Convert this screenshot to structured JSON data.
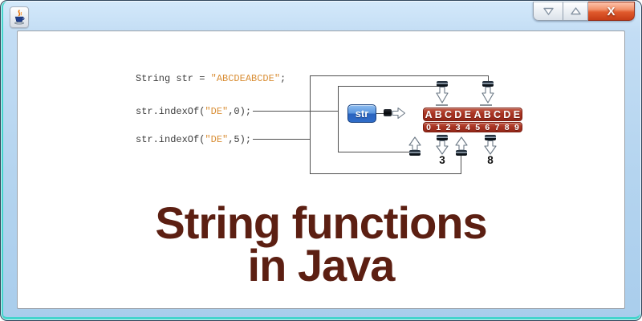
{
  "window": {
    "title": "",
    "controls": {
      "close": "X"
    }
  },
  "code": {
    "line1": {
      "pre": "String str = ",
      "str": "\"ABCDEABCDE\"",
      "post": ";"
    },
    "line2": {
      "pre": "str.indexOf(",
      "str": "\"DE\"",
      "post": ",0);"
    },
    "line3": {
      "pre": "str.indexOf(",
      "str": "\"DE\"",
      "post": ",5);"
    }
  },
  "diagram": {
    "var_name": "str",
    "letters": [
      "A",
      "B",
      "C",
      "D",
      "E",
      "A",
      "B",
      "C",
      "D",
      "E"
    ],
    "indices": [
      "0",
      "1",
      "2",
      "3",
      "4",
      "5",
      "6",
      "7",
      "8",
      "9"
    ],
    "result_first": "3",
    "result_second": "8"
  },
  "title": {
    "line1": "String functions",
    "line2": "in Java"
  },
  "colors": {
    "accent_teal": "#3ed4ca",
    "frame_blue": "#b4d4ef",
    "brick_red": "#a93422",
    "str_blue": "#2f6cc8",
    "string_orange": "#d98e35",
    "title_maroon": "#5c1f12",
    "close_red": "#c63c16"
  }
}
